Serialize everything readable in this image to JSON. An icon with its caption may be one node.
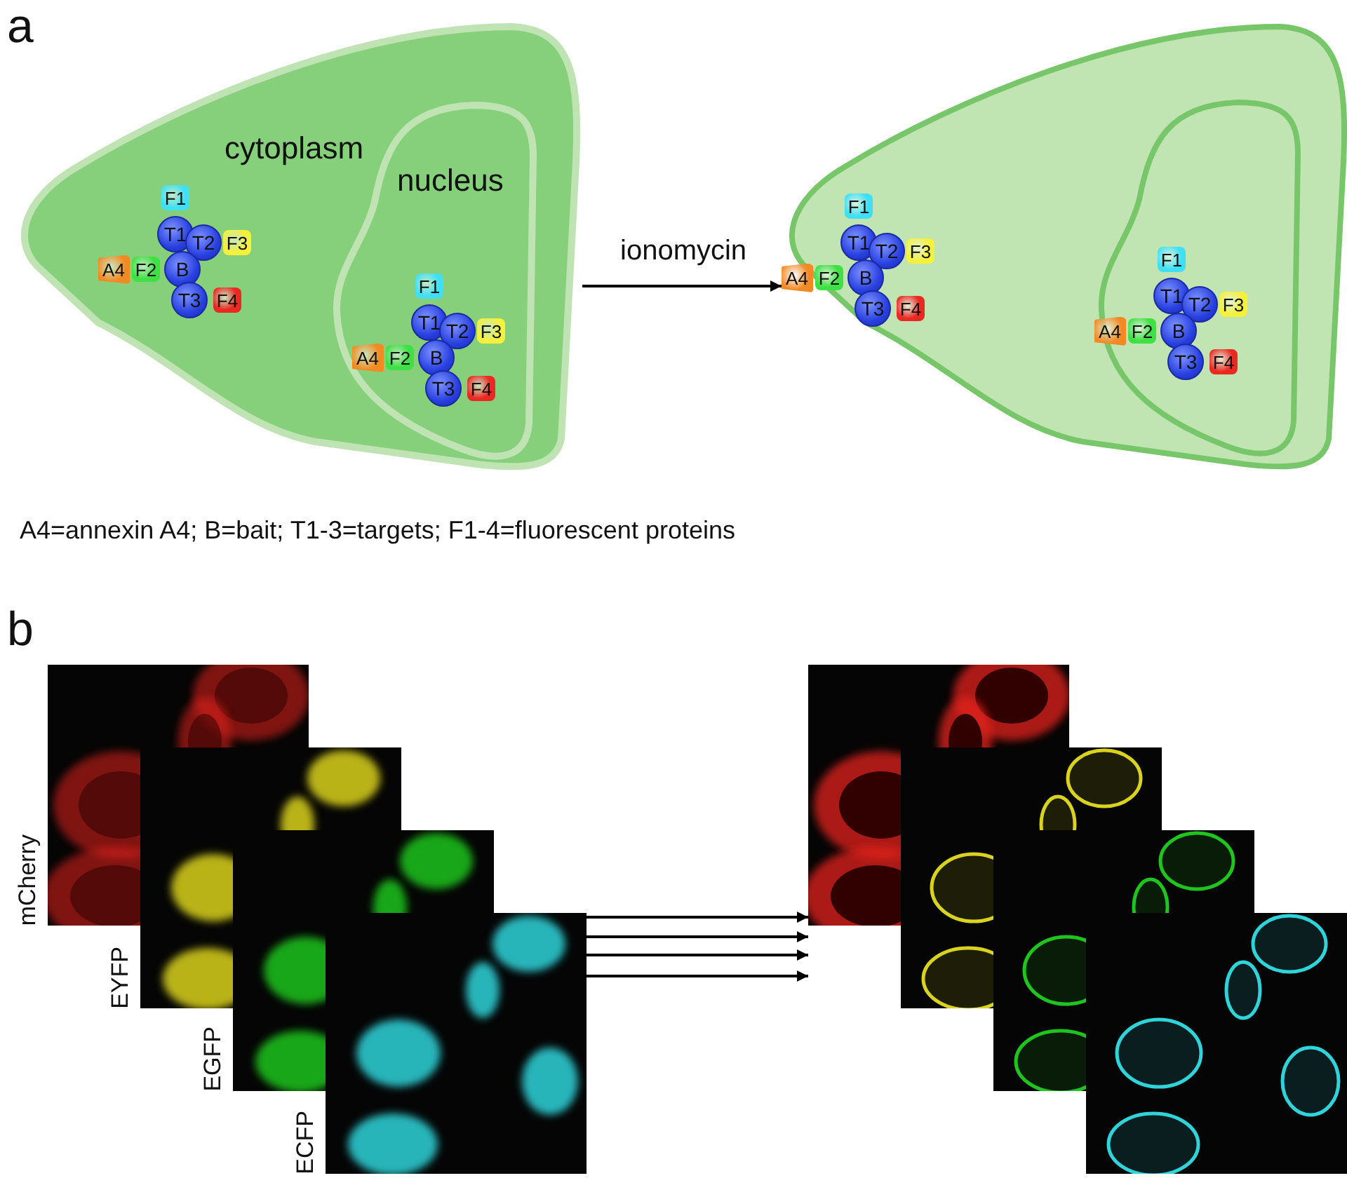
{
  "diagram": {
    "nodes": [
      {
        "text": [
          "cytoplasm"
        ]
      },
      {
        "text": [
          "nucleus"
        ],
        "in": 0
      },
      {
        "text": [
          "F1"
        ],
        "in": 0
      },
      {
        "text": [
          "T1"
        ],
        "in": 0
      },
      {
        "text": [
          "T2"
        ],
        "in": 0
      },
      {
        "text": [
          "F3"
        ],
        "in": 0
      },
      {
        "text": [
          "A4"
        ],
        "in": 0
      },
      {
        "text": [
          "F2"
        ],
        "in": 0
      },
      {
        "text": [
          "B"
        ],
        "in": 0
      },
      {
        "text": [
          "T3"
        ],
        "in": 0
      },
      {
        "text": [
          "F4"
        ],
        "in": 0
      },
      {
        "text": [
          "F1"
        ],
        "in": 1
      },
      {
        "text": [
          "T1"
        ],
        "in": 1
      },
      {
        "text": [
          "T2"
        ],
        "in": 1
      },
      {
        "text": [
          "F3"
        ],
        "in": 1
      },
      {
        "text": [
          "A4"
        ],
        "in": 1
      },
      {
        "text": [
          "F2"
        ],
        "in": 1
      },
      {
        "text": [
          "B"
        ],
        "in": 1
      },
      {
        "text": [
          "T3"
        ],
        "in": 1
      },
      {
        "text": [
          "F4"
        ],
        "in": 1
      },
      {
        "text": [],
        "shape": "picture"
      },
      {
        "text": [],
        "shape": "picture",
        "in": 20
      },
      {
        "text": [
          "F1"
        ],
        "in": 20
      },
      {
        "text": [
          "T1"
        ],
        "in": 20
      },
      {
        "text": [
          "T2"
        ],
        "in": 20
      },
      {
        "text": [
          "F3"
        ],
        "in": 20
      },
      {
        "text": [
          "A4"
        ]
      },
      {
        "text": [
          "F2"
        ],
        "in": 20
      },
      {
        "text": [
          "B"
        ],
        "in": 20
      },
      {
        "text": [
          "T3"
        ],
        "in": 20
      },
      {
        "text": [
          "F4"
        ],
        "in": 20
      },
      {
        "text": [
          "F1"
        ],
        "in": 21
      },
      {
        "text": [
          "T1"
        ],
        "in": 21
      },
      {
        "text": [
          "T2"
        ],
        "in": 21
      },
      {
        "text": [
          "F3"
        ],
        "in": 21
      },
      {
        "text": [
          "A4"
        ],
        "in": 20
      },
      {
        "text": [
          "F2"
        ],
        "in": 21
      },
      {
        "text": [
          "B"
        ],
        "in": 21
      },
      {
        "text": [
          "T3"
        ],
        "in": 21
      },
      {
        "text": [
          "F4"
        ],
        "in": 21
      },
      {
        "text": [],
        "shape": "picture"
      },
      {
        "text": [
          "mCherry"
        ],
        "in": 40
      },
      {
        "text": [
          "EYFP"
        ],
        "in": 40
      },
      {
        "text": [
          "EGFP"
        ],
        "in": 40
      },
      {
        "text": [
          "ECFP"
        ],
        "in": 40
      },
      {
        "text": [],
        "shape": "picture"
      },
      {
        "text": [],
        "shape": "picture",
        "in": 45
      },
      {
        "text": [],
        "shape": "picture",
        "in": 45
      },
      {
        "text": [],
        "shape": "picture",
        "in": 45
      },
      {
        "text": [],
        "shape": "picture",
        "in": 45
      }
    ],
    "edges": [
      {
        "from": 0,
        "to": 20,
        "arrow": "to",
        "label": "ionomycin"
      },
      {
        "from": 40,
        "to": 45,
        "arrow": "to"
      },
      {
        "from": 40,
        "to": 45,
        "arrow": "to"
      },
      {
        "from": 40,
        "to": 45,
        "arrow": "to"
      },
      {
        "from": 40,
        "to": 45,
        "arrow": "to"
      }
    ],
    "labels": [
      "a",
      "A4=annexin A4; B=bait; T1-3=targets; F1-4=fluorescent proteins",
      "b"
    ]
  }
}
